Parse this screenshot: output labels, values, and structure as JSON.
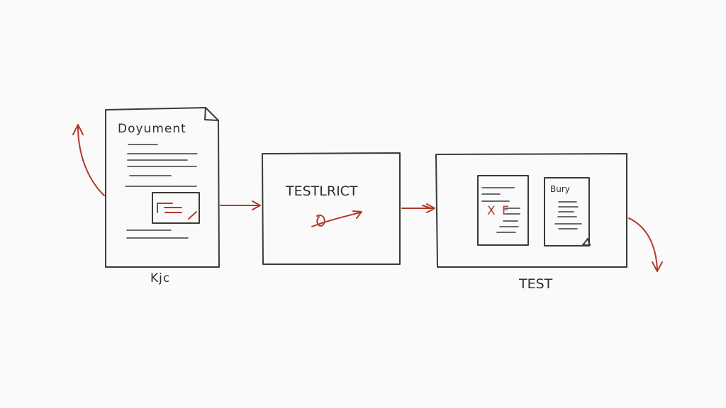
{
  "document_card": {
    "title": "Doyument",
    "caption": "Kjc"
  },
  "process_box": {
    "title": "TESTLRICT"
  },
  "test_box": {
    "mark_x": "X",
    "mark_f": "F",
    "page_title": "Bury",
    "caption": "TEST"
  },
  "colors": {
    "ink": "#3a3a3a",
    "accent": "#b23a2a",
    "background": "#fafafa"
  }
}
